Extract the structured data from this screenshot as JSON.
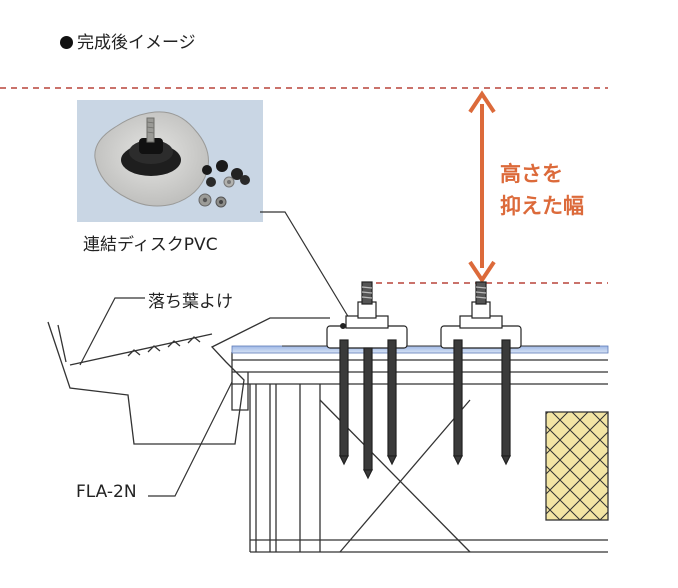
{
  "heading": {
    "text": "完成後イメージ"
  },
  "photo": {
    "caption": "連結ディスクPVC"
  },
  "labels": {
    "leaf_guard": "落ち葉よけ",
    "fla": "FLA-2N"
  },
  "height_note": {
    "line1": "高さを",
    "line2": "抑えた幅"
  },
  "colors": {
    "accent": "#dc6a3a",
    "dashed_line": "#b8443a",
    "photo_bg": "#c9d6e4",
    "insulation": "#f3e5a4"
  }
}
